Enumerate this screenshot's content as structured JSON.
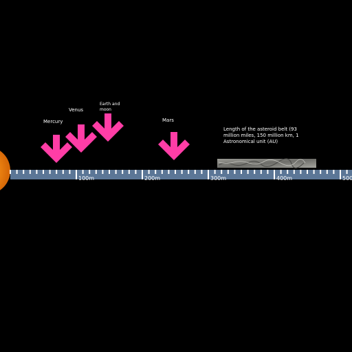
{
  "colors": {
    "background": "#000000",
    "arrow": "#ff3da6",
    "ruler": "#5b7696",
    "tick": "#ffffff",
    "sun": "#f28a14",
    "belt": "#8a8a86"
  },
  "planets": [
    {
      "name": "Mercury",
      "icon": "arrow-down-icon"
    },
    {
      "name": "Venus",
      "icon": "arrow-down-icon"
    },
    {
      "name": "Earth and moon",
      "icon": "arrow-down-icon"
    },
    {
      "name": "Mars",
      "icon": "arrow-down-icon"
    }
  ],
  "scale": {
    "labels": [
      "100m",
      "200m",
      "300m",
      "400m",
      "500"
    ]
  },
  "asteroid_belt": {
    "note": "Length of the asteroid belt (93 million miles, 150 million km, 1 Astronomical unit (AU)"
  },
  "sun": {
    "icon": "sun-icon"
  }
}
